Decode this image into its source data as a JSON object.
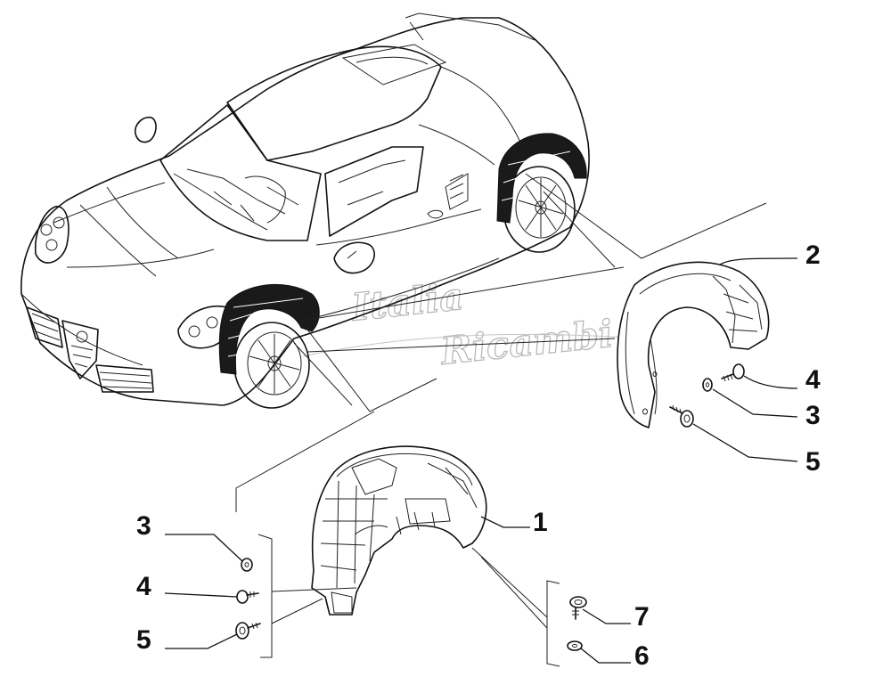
{
  "watermark": {
    "line1": "Italia",
    "line2": "Ricambi"
  },
  "callouts": [
    {
      "id": "c2",
      "number": "2",
      "part": "rear-wheel-arch-liner"
    },
    {
      "id": "c4r",
      "number": "4",
      "part": "screw"
    },
    {
      "id": "c3r",
      "number": "3",
      "part": "washer"
    },
    {
      "id": "c5r",
      "number": "5",
      "part": "screw"
    },
    {
      "id": "c1",
      "number": "1",
      "part": "front-wheel-arch-liner"
    },
    {
      "id": "c3l",
      "number": "3",
      "part": "washer"
    },
    {
      "id": "c4l",
      "number": "4",
      "part": "screw"
    },
    {
      "id": "c5l",
      "number": "5",
      "part": "screw"
    },
    {
      "id": "c7",
      "number": "7",
      "part": "screw"
    },
    {
      "id": "c6",
      "number": "6",
      "part": "washer"
    }
  ],
  "colors": {
    "line": "#111111",
    "watermark": "#b9b9b9",
    "background": "#ffffff"
  }
}
